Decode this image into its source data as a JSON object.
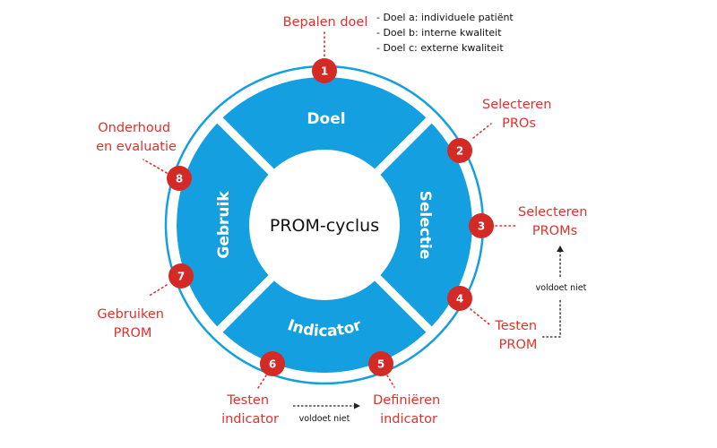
{
  "colors": {
    "segment_blue": "#139fe0",
    "badge_red": "#d42a25",
    "label_red": "#e0312c",
    "text_dark": "#111111"
  },
  "hub": {
    "label": "PROM-cyclus"
  },
  "segments": [
    {
      "id": "doel",
      "label": "Doel"
    },
    {
      "id": "selectie",
      "label": "Selectie"
    },
    {
      "id": "indicator",
      "label": "Indicator"
    },
    {
      "id": "gebruik",
      "label": "Gebruik"
    }
  ],
  "steps": [
    {
      "number": "1",
      "lines": [
        "Bepalen doel"
      ]
    },
    {
      "number": "2",
      "lines": [
        "Selecteren",
        "PROs"
      ]
    },
    {
      "number": "3",
      "lines": [
        "Selecteren",
        "PROMs"
      ]
    },
    {
      "number": "4",
      "lines": [
        "Testen",
        "PROM"
      ]
    },
    {
      "number": "5",
      "lines": [
        "Definiëren",
        "indicator"
      ]
    },
    {
      "number": "6",
      "lines": [
        "Testen",
        "indicator"
      ]
    },
    {
      "number": "7",
      "lines": [
        "Gebruiken",
        "PROM"
      ]
    },
    {
      "number": "8",
      "lines": [
        "Onderhoud",
        "en evaluatie"
      ]
    }
  ],
  "goal_notes": [
    "- Doel a: individuele patiënt",
    "- Doel b: interne kwaliteit",
    "- Doel c: externe kwaliteit"
  ],
  "feedback": {
    "right_label": "voldoet niet",
    "bottom_label": "voldoet niet"
  }
}
